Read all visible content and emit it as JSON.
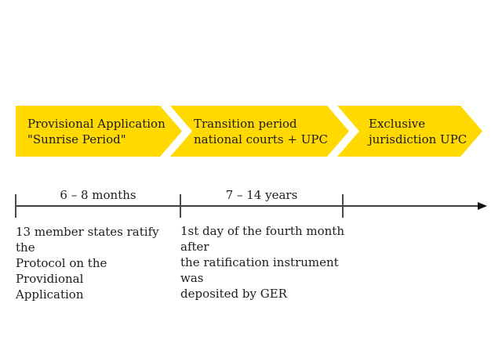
{
  "colors": {
    "accent_yellow": "#ffd900",
    "text": "#1c1c1c",
    "axis_line": "#3f3f3f",
    "background": "#ffffff"
  },
  "stages": [
    {
      "label": "Provisional Application\n\"Sunrise Period\""
    },
    {
      "label": "Transition period\nnational courts + UPC"
    },
    {
      "label": "Exclusive\njurisdiction UPC"
    }
  ],
  "timeline": {
    "segments": [
      {
        "label": "6 – 8 months"
      },
      {
        "label": "7 – 14 years"
      }
    ]
  },
  "notes": [
    {
      "text": "13 member states ratify the\nProtocol on the Providional\nApplication"
    },
    {
      "text": "1st day of the fourth month after\nthe ratification instrument was\ndeposited by GER"
    }
  ]
}
